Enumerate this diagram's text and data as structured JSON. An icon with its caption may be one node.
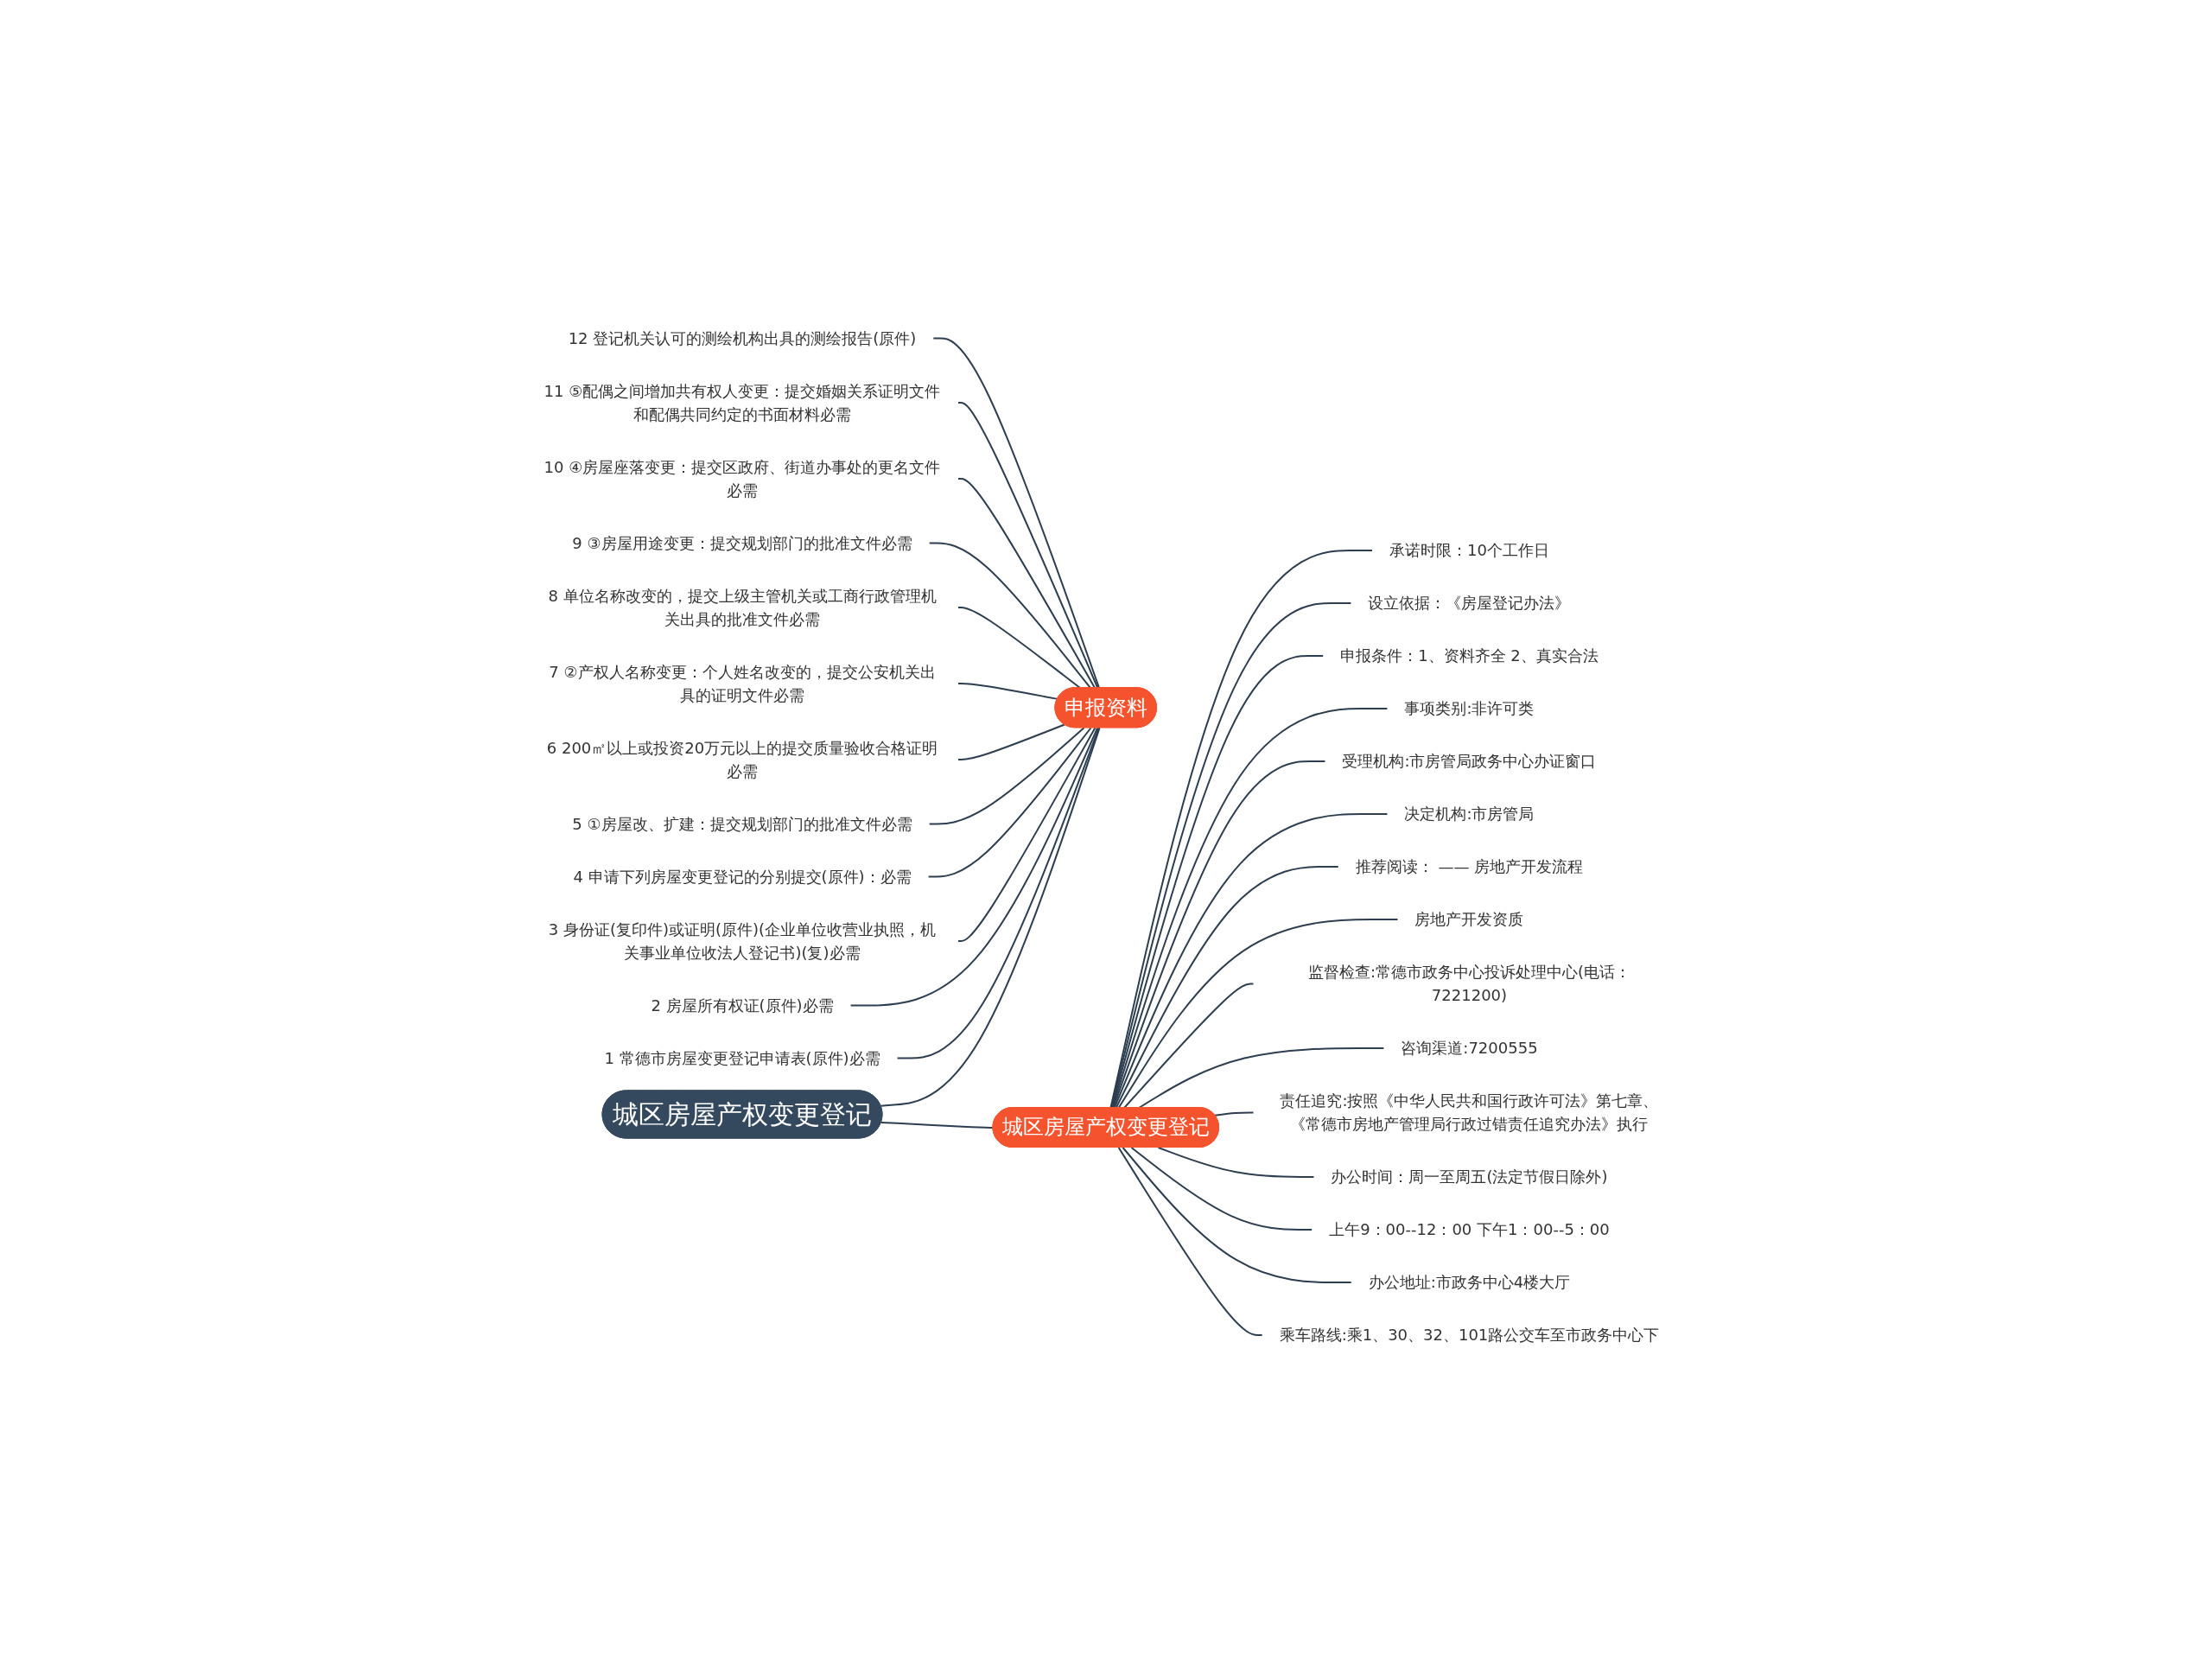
{
  "diagram": {
    "nodes": [
      {
        "text": [
          "城区房屋产权变更登记"
        ]
      },
      {
        "text": [
          "申报资料"
        ]
      },
      {
        "text": [
          "1 常德市房屋变更登记申请表(原件)必需"
        ]
      },
      {
        "text": [
          "2 房屋所有权证(原件)必需"
        ]
      },
      {
        "text": [
          "3 身份证(复印件)或证明(原件)(企业单位收营业执照，机关事业单位收法人登记书)(复)必需"
        ]
      },
      {
        "text": [
          "4 申请下列房屋变更登记的分别提交(原件)：必需"
        ]
      },
      {
        "text": [
          "5 ①房屋改、扩建：提交规划部门的批准文件必需"
        ]
      },
      {
        "text": [
          "6 200㎡以上或投资20万元以上的提交质量验收合格证明必需"
        ]
      },
      {
        "text": [
          "7 ②产权人名称变更：个人姓名改变的，提交公安机关出具的证明文件必需"
        ]
      },
      {
        "text": [
          "8 单位名称改变的，提交上级主管机关或工商行政管理机关出具的批准文件必需"
        ]
      },
      {
        "text": [
          "9 ③房屋用途变更：提交规划部门的批准文件必需"
        ]
      },
      {
        "text": [
          "10 ④房屋座落变更：提交区政府、街道办事处的更名文件必需"
        ]
      },
      {
        "text": [
          "11 ⑤配偶之间增加共有权人变更：提交婚姻关系证明文件和配偶共同约定的书面材料必需"
        ]
      },
      {
        "text": [
          "12 登记机关认可的测绘机构出具的测绘报告(原件)"
        ]
      },
      {
        "text": [
          "城区房屋产权变更登记"
        ]
      },
      {
        "text": [
          "承诺时限：10个工作日"
        ]
      },
      {
        "text": [
          "设立依据：《房屋登记办法》"
        ]
      },
      {
        "text": [
          "申报条件：1、资料齐全 2、真实合法"
        ]
      },
      {
        "text": [
          "事项类别:非许可类"
        ]
      },
      {
        "text": [
          "受理机构:市房管局政务中心办证窗口"
        ]
      },
      {
        "text": [
          "决定机构:市房管局"
        ]
      },
      {
        "text": [
          "推荐阅读： —— 房地产开发流程"
        ]
      },
      {
        "text": [
          "房地产开发资质"
        ]
      },
      {
        "text": [
          "监督检查:常德市政务中心投诉处理中心(电话：7221200)"
        ]
      },
      {
        "text": [
          "咨询渠道:7200555"
        ]
      },
      {
        "text": [
          "责任追究:按照《中华人民共和国行政许可法》第七章、《常德市房地产管理局行政过错责任追究办法》执行"
        ]
      },
      {
        "text": [
          "办公时间：周一至周五(法定节假日除外)"
        ]
      },
      {
        "text": [
          "上午9：00--12：00 下午1：00--5：00"
        ]
      },
      {
        "text": [
          "办公地址:市政务中心4楼大厅"
        ]
      },
      {
        "text": [
          "乘车路线:乘1、30、32、101路公交车至市政务中心下"
        ]
      }
    ],
    "edges": [
      {
        "from": 0,
        "to": 1,
        "arrow": "none"
      },
      {
        "from": 1,
        "to": 2,
        "arrow": "none"
      },
      {
        "from": 1,
        "to": 3,
        "arrow": "none"
      },
      {
        "from": 1,
        "to": 4,
        "arrow": "none"
      },
      {
        "from": 1,
        "to": 5,
        "arrow": "none"
      },
      {
        "from": 1,
        "to": 6,
        "arrow": "none"
      },
      {
        "from": 1,
        "to": 7,
        "arrow": "none"
      },
      {
        "from": 1,
        "to": 8,
        "arrow": "none"
      },
      {
        "from": 1,
        "to": 9,
        "arrow": "none"
      },
      {
        "from": 1,
        "to": 10,
        "arrow": "none"
      },
      {
        "from": 1,
        "to": 11,
        "arrow": "none"
      },
      {
        "from": 1,
        "to": 12,
        "arrow": "none"
      },
      {
        "from": 1,
        "to": 13,
        "arrow": "none"
      },
      {
        "from": 0,
        "to": 14,
        "arrow": "none"
      },
      {
        "from": 14,
        "to": 15,
        "arrow": "none"
      },
      {
        "from": 14,
        "to": 16,
        "arrow": "none"
      },
      {
        "from": 14,
        "to": 17,
        "arrow": "none"
      },
      {
        "from": 14,
        "to": 18,
        "arrow": "none"
      },
      {
        "from": 14,
        "to": 19,
        "arrow": "none"
      },
      {
        "from": 14,
        "to": 20,
        "arrow": "none"
      },
      {
        "from": 14,
        "to": 21,
        "arrow": "none"
      },
      {
        "from": 14,
        "to": 22,
        "arrow": "none"
      },
      {
        "from": 14,
        "to": 23,
        "arrow": "none"
      },
      {
        "from": 14,
        "to": 24,
        "arrow": "none"
      },
      {
        "from": 14,
        "to": 25,
        "arrow": "none"
      },
      {
        "from": 14,
        "to": 26,
        "arrow": "none"
      },
      {
        "from": 14,
        "to": 27,
        "arrow": "none"
      },
      {
        "from": 14,
        "to": 28,
        "arrow": "none"
      },
      {
        "from": 14,
        "to": 29,
        "arrow": "none"
      }
    ]
  }
}
